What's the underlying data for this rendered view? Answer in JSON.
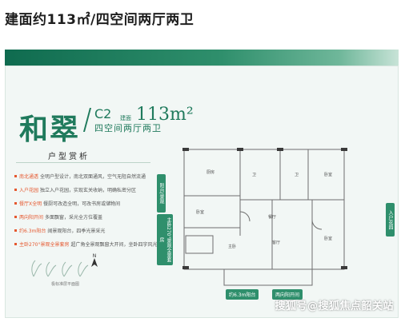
{
  "page": {
    "title": "建面约113㎡/四空间两厅两卫"
  },
  "card": {
    "unit_name": "和翠",
    "unit_code": "C2",
    "area_label": "建面",
    "area_value": "113m²",
    "unit_layout": "四空间两厅两卫",
    "analysis_title": "户型赏析",
    "features": [
      {
        "key": "南北通透",
        "text": "全明户型设计，南北双面通风，空气无阻自然流通"
      },
      {
        "key": "入户花园",
        "text": "独立入户花园，实现玄关收纳，明确私密分区"
      },
      {
        "key": "餐厅X全明",
        "text": "餐厨可改造全明，可改书房或储物间"
      },
      {
        "key": "两向阳开间",
        "text": "多面飘窗，采光全方位覆盖"
      },
      {
        "key": "约6.3m阳台",
        "text": "阔景观阳台，四季光景采光"
      },
      {
        "key": "主卧270°景观全景套房",
        "text": "超广角全景观飘窗大开间，坐卧四宇风光"
      }
    ],
    "caption": "极标准层平面图"
  },
  "plan": {
    "room_labels": [
      "厨房",
      "卫",
      "餐厅",
      "客厅",
      "主卧",
      "卧室",
      "卧室",
      "卧室",
      "卫"
    ],
    "tags": {
      "left_top": "阳台/景观",
      "left_mid": "主卧270°景观全景套房",
      "right": "入户花园",
      "balcony": "约6.3m阳台",
      "bedroom_bay": "两向阳开间"
    }
  },
  "watermark": "搜狐号@搜狐焦点韶关站",
  "colors": {
    "brand_green": "#1f7a5c",
    "accent_orange": "#e5582f"
  }
}
